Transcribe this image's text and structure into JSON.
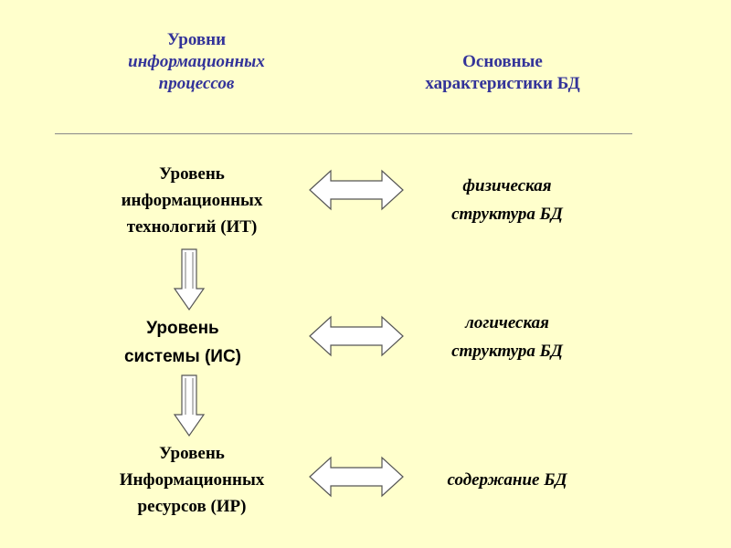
{
  "headers": {
    "left": [
      "Уровни",
      "информационных",
      "процессов"
    ],
    "right": [
      "Основные",
      "характеристики БД"
    ]
  },
  "levels": [
    {
      "lines": [
        "Уровень",
        "информационных",
        "технологий (ИТ)"
      ],
      "characteristic": [
        "физическая",
        "структура БД"
      ]
    },
    {
      "lines": [
        "Уровень",
        "системы (ИС)"
      ],
      "characteristic": [
        "логическая",
        "структура БД"
      ]
    },
    {
      "lines": [
        "Уровень",
        "Информационных",
        "ресурсов (ИР)"
      ],
      "characteristic": [
        "содержание БД"
      ]
    }
  ],
  "colors": {
    "background": "#ffffcc",
    "header_text": "#333399",
    "arrow_fill": "#ffffff",
    "arrow_stroke": "#555555"
  }
}
